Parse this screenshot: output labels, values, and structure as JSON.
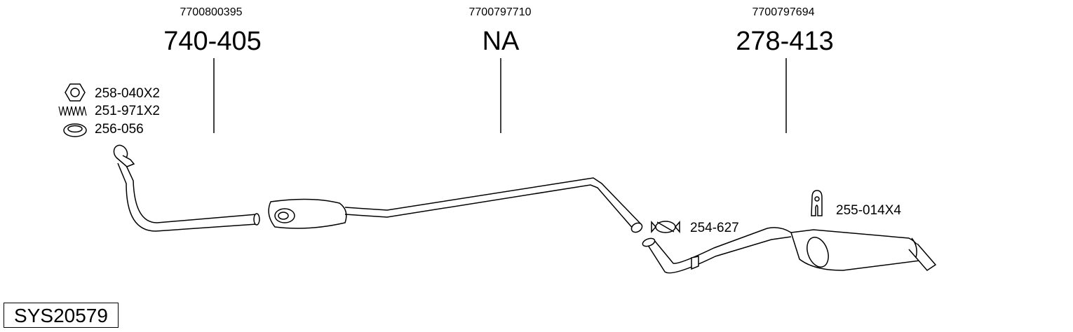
{
  "sections": [
    {
      "oem_number": "7700800395",
      "part_number": "740-405"
    },
    {
      "oem_number": "7700797710",
      "part_number": "NA"
    },
    {
      "oem_number": "7700797694",
      "part_number": "278-413"
    }
  ],
  "accessories": [
    {
      "label": "258-040X2",
      "icon": "nut-icon"
    },
    {
      "label": "251-971X2",
      "icon": "spring-icon"
    },
    {
      "label": "256-056",
      "icon": "gasket-ring-icon"
    },
    {
      "label": "254-627",
      "icon": "clamp-icon"
    },
    {
      "label": "255-014X4",
      "icon": "rubber-hanger-icon"
    }
  ],
  "system_code": "SYS20579"
}
